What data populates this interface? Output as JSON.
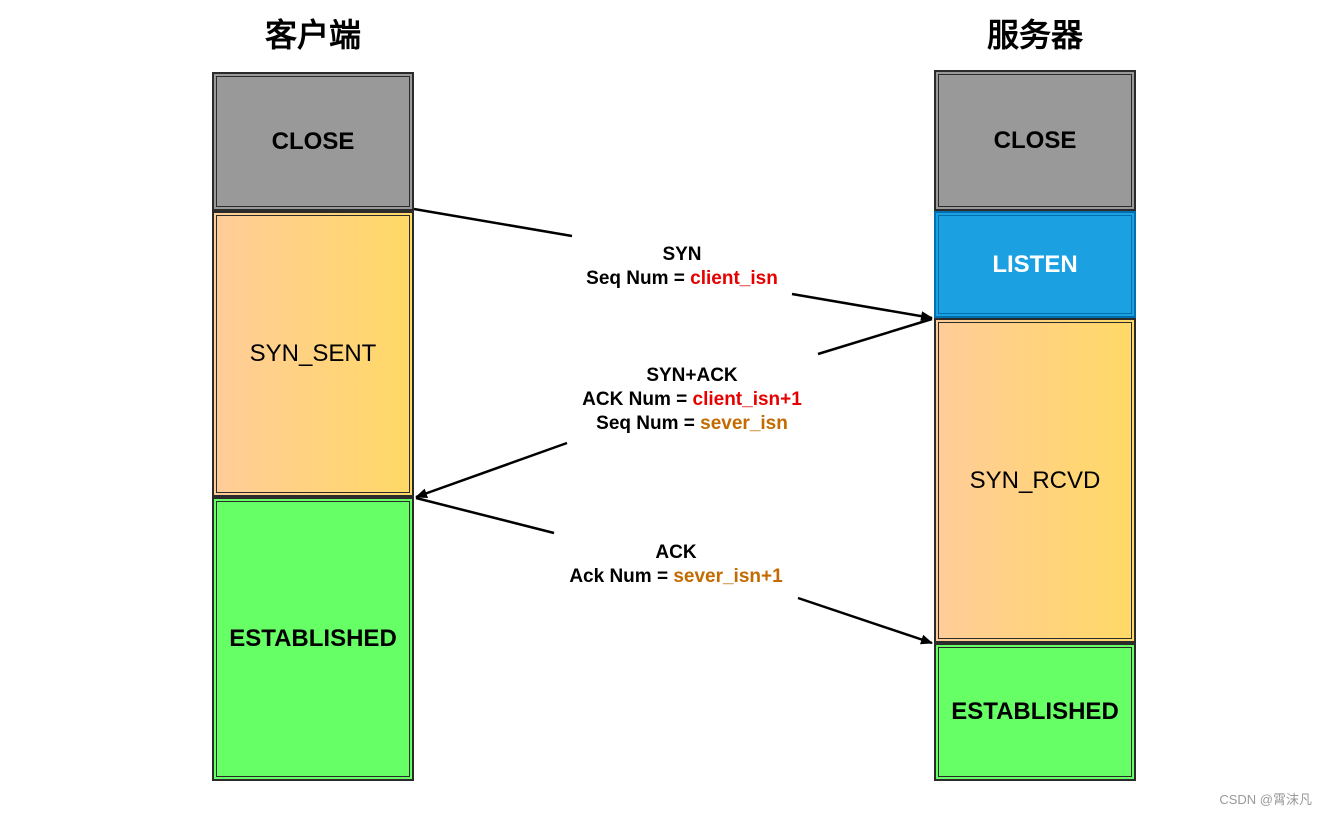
{
  "client": {
    "title": "客户端",
    "states": {
      "close": "CLOSE",
      "syn_sent": "SYN_SENT",
      "established": "ESTABLISHED"
    }
  },
  "server": {
    "title": "服务器",
    "states": {
      "close": "CLOSE",
      "listen": "LISTEN",
      "syn_rcvd": "SYN_RCVD",
      "established": "ESTABLISHED"
    }
  },
  "messages": {
    "syn": {
      "title": "SYN",
      "seq_label": "Seq Num = ",
      "seq_value": "client_isn"
    },
    "synack": {
      "title": "SYN+ACK",
      "ack_label": "ACK Num = ",
      "ack_value": "client_isn+1",
      "seq_label": "Seq Num = ",
      "seq_value": "sever_isn"
    },
    "ack": {
      "title": "ACK",
      "ack_label": "Ack Num = ",
      "ack_value": "sever_isn+1"
    }
  },
  "colors": {
    "close": "#999999",
    "listen": "#1ba1e2",
    "syn": "#ffd966",
    "established": "#66ff66",
    "client_isn": "#e60000",
    "sever_isn": "#c36a00"
  },
  "watermark": "CSDN @霄沫凡"
}
